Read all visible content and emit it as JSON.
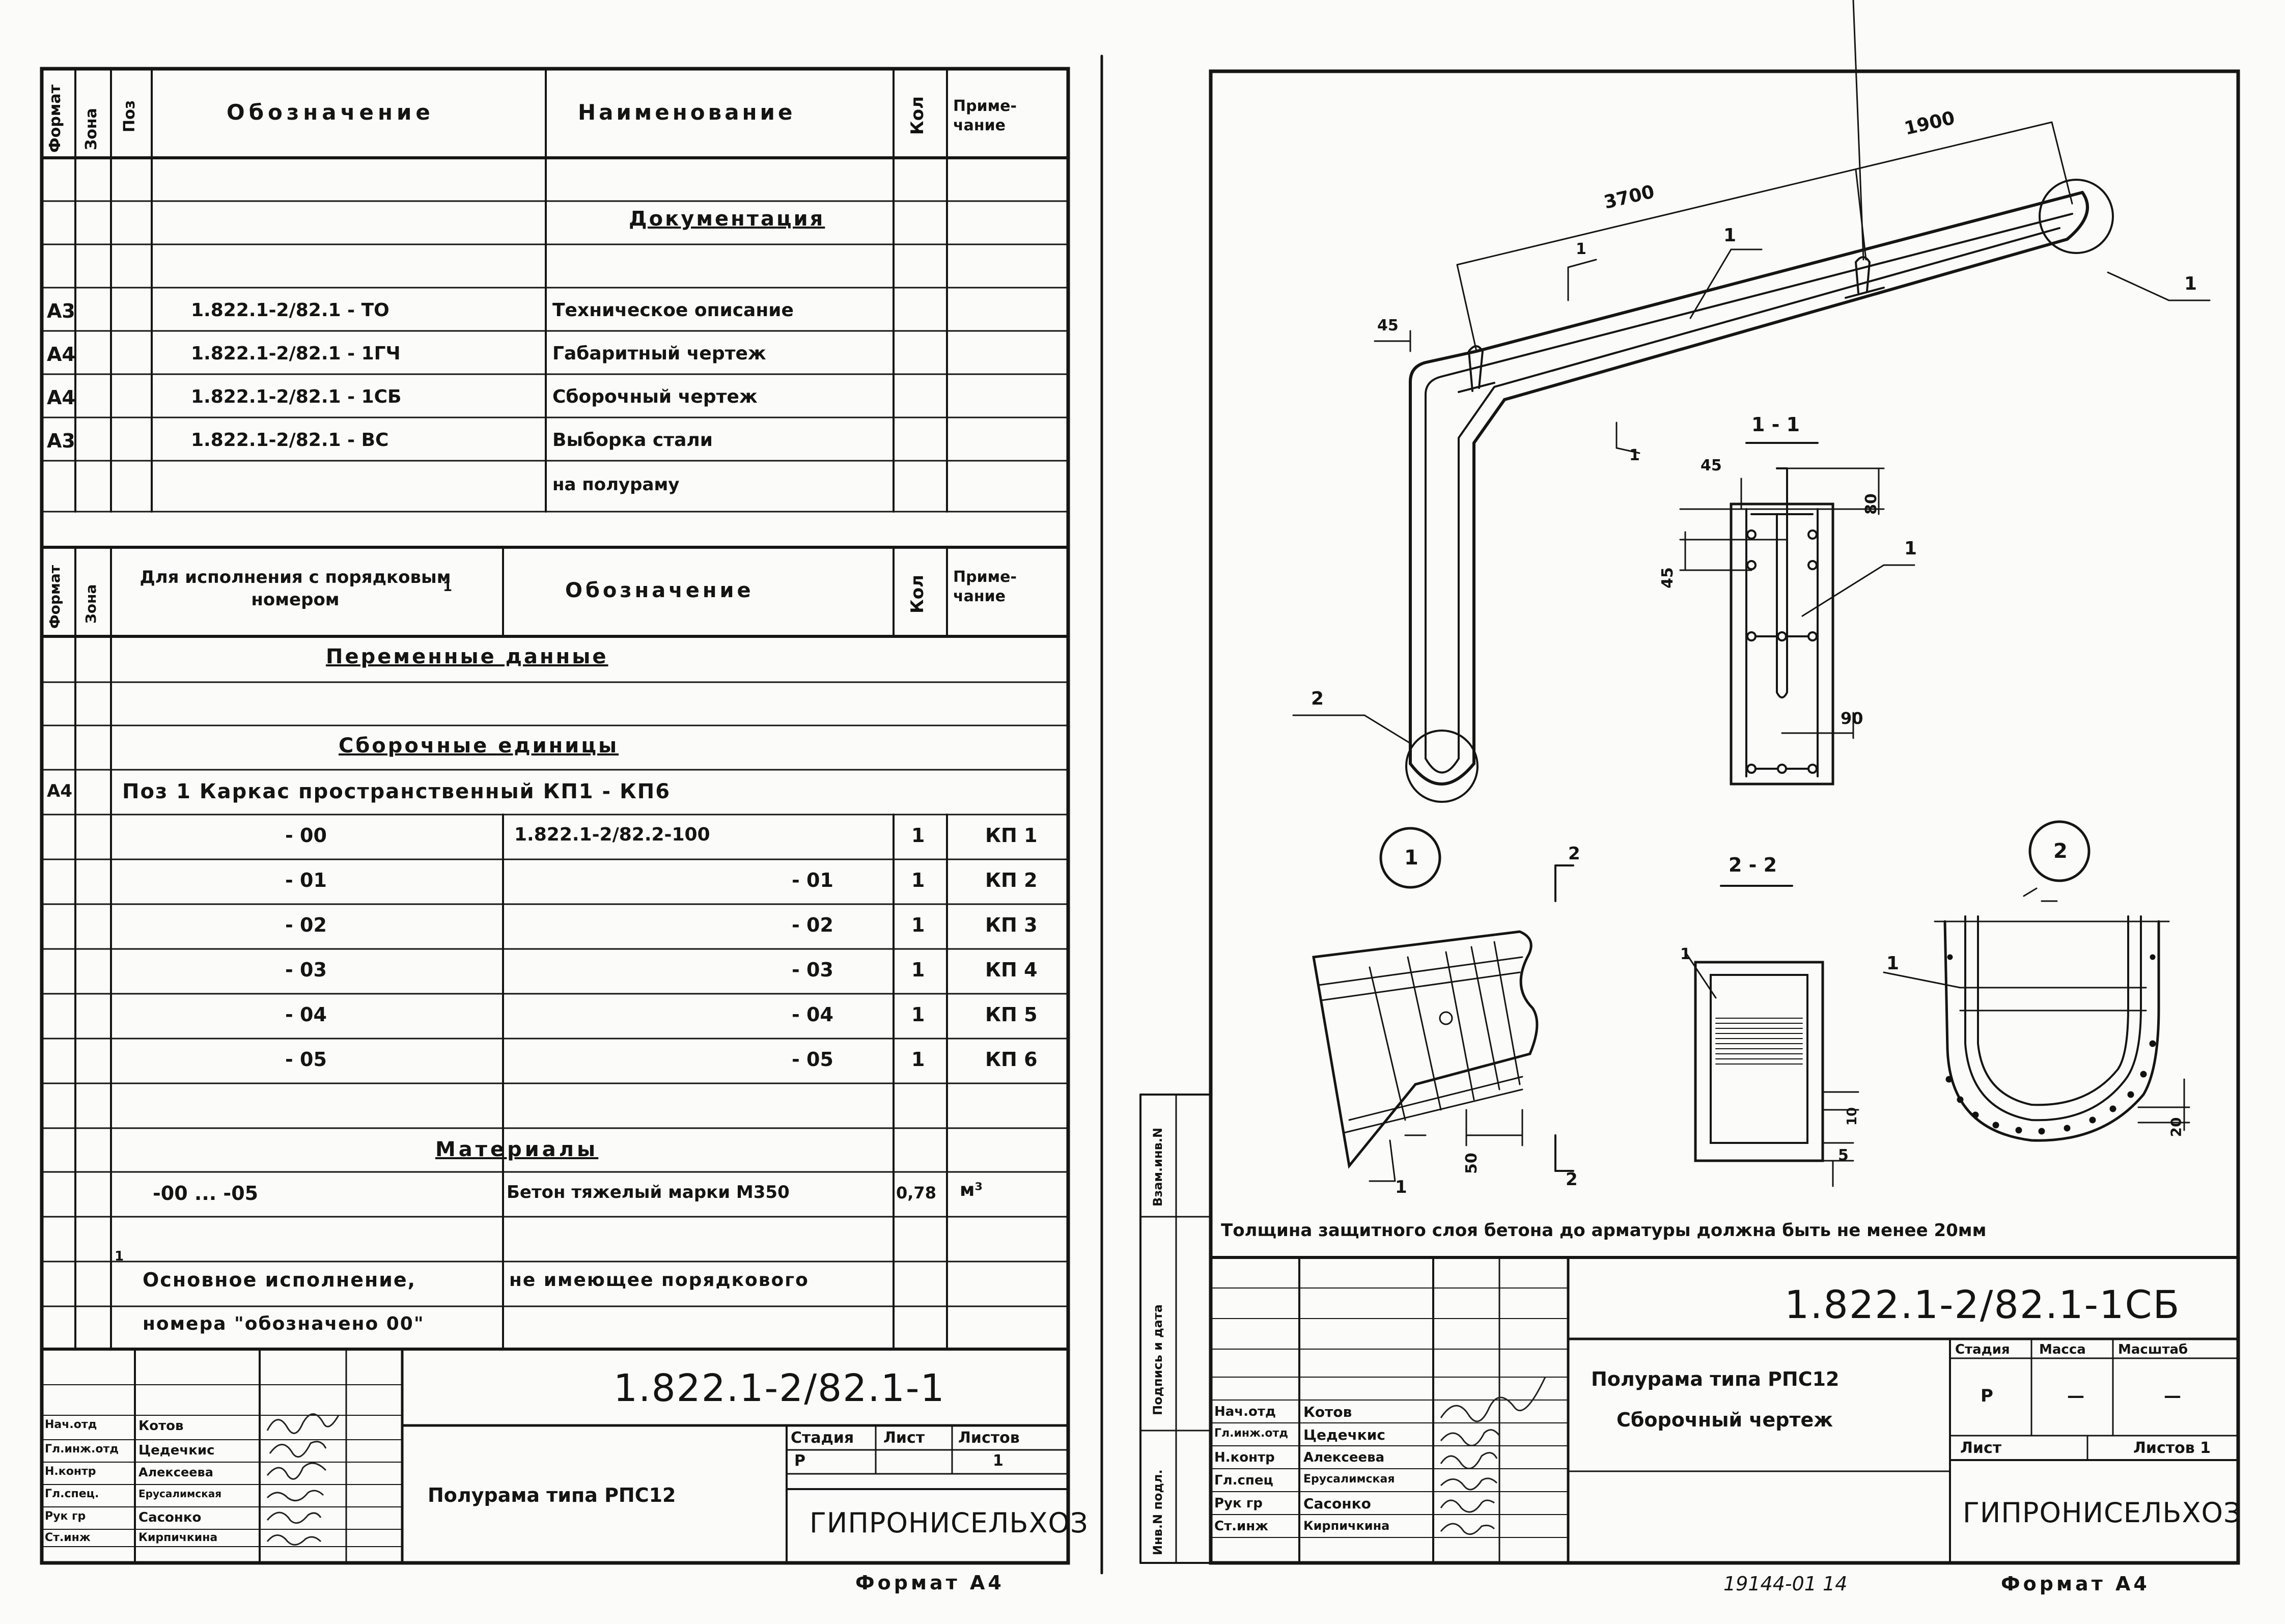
{
  "left_sheet": {
    "spec_header": {
      "format": "Формат",
      "zone": "Зона",
      "pos": "Поз",
      "designation": "Обозначение",
      "name": "Наименование",
      "qty": "Кол",
      "note": "Приме-чание"
    },
    "section_documentation": "Документация",
    "documents": [
      {
        "format": "А3",
        "designation": "1.822.1-2/82.1 - ТО",
        "name": "Техническое описание"
      },
      {
        "format": "А4",
        "designation": "1.822.1-2/82.1 - 1ГЧ",
        "name": "Габаритный чертеж"
      },
      {
        "format": "А4",
        "designation": "1.822.1-2/82.1 - 1СБ",
        "name": "Сборочный чертеж"
      },
      {
        "format": "А3",
        "designation": "1.822.1-2/82.1 - ВС",
        "name": "Выборка стали",
        "name2": "на полураму"
      }
    ],
    "var_header": {
      "format": "Формат",
      "zone": "Зона",
      "execution": "Для исполнения с порядковым номером",
      "footnote_mark": "1",
      "designation": "Обозначение",
      "qty": "Кол",
      "note": "Приме-чание"
    },
    "section_variable": "Переменные данные",
    "section_assembly": "Сборочные единицы",
    "assembly_line": {
      "format": "А4",
      "text": "Поз 1 Каркас пространственный КП1 - КП6"
    },
    "variants": [
      {
        "exec": "- 00",
        "designation": "1.822.1-2/82.2-100",
        "qty": "1",
        "note": "КП 1"
      },
      {
        "exec": "- 01",
        "designation": "- 01",
        "qty": "1",
        "note": "КП 2"
      },
      {
        "exec": "- 02",
        "designation": "- 02",
        "qty": "1",
        "note": "КП 3"
      },
      {
        "exec": "- 03",
        "designation": "- 03",
        "qty": "1",
        "note": "КП 4"
      },
      {
        "exec": "- 04",
        "designation": "- 04",
        "qty": "1",
        "note": "КП 5"
      },
      {
        "exec": "- 05",
        "designation": "- 05",
        "qty": "1",
        "note": "КП 6"
      }
    ],
    "section_materials": "Материалы",
    "material": {
      "exec": "-00 ... -05",
      "name": "Бетон тяжелый марки М350",
      "qty": "0,78",
      "unit": "м³"
    },
    "footnote": {
      "mark": "1",
      "line1a": "Основное исполнение,",
      "line1b": "не имеющее порядкового",
      "line2": "номера \"обозначено 00\""
    },
    "title_block": {
      "code": "1.822.1-2/82.1-1",
      "title": "Полурама типа РПС12",
      "stage_label": "Стадия",
      "sheet_label": "Лист",
      "sheets_label": "Листов",
      "stage": "Р",
      "sheets": "1",
      "org": "ГИПРОНИСЕЛЬХОЗ",
      "signers": [
        {
          "role": "Нач.отд",
          "name": "Котов"
        },
        {
          "role": "Гл.инж.отд",
          "name": "Цедечкис"
        },
        {
          "role": "Н.контр",
          "name": "Алексеева"
        },
        {
          "role": "Гл.спец.",
          "name": "Ерусалимская"
        },
        {
          "role": "Рук гр",
          "name": "Сасонко"
        },
        {
          "role": "Ст.инж",
          "name": "Кирпичкина"
        }
      ]
    },
    "format_label": "Формат А4"
  },
  "right_sheet": {
    "side_labels": [
      "Взам.инв.N",
      "Подпись и дата",
      "Инв.N подл."
    ],
    "drawing": {
      "dims": {
        "d3700": "3700",
        "d1900": "1900",
        "d45": "45",
        "d80": "80",
        "d90": "90",
        "d10": "10",
        "d20": "20",
        "d50": "50",
        "d5": "5"
      },
      "pos1": "1",
      "pos2": "2",
      "sec11": "1 - 1",
      "sec22": "2 - 2",
      "cut1": "1",
      "cut2": "2",
      "callout1": "1",
      "callout2": "2",
      "note": "Толщина защитного слоя бетона до арматуры должна быть не менее 20мм"
    },
    "title_block": {
      "code": "1.822.1-2/82.1-1СБ",
      "title1": "Полурама типа РПС12",
      "title2": "Сборочный чертеж",
      "stage_label": "Стадия",
      "mass_label": "Масса",
      "scale_label": "Масштаб",
      "stage": "Р",
      "mass": "—",
      "scale": "—",
      "sheet_label": "Лист",
      "sheets_label": "Листов 1",
      "org": "ГИПРОНИСЕЛЬХОЗ",
      "signers": [
        {
          "role": "Нач.отд",
          "name": "Котов"
        },
        {
          "role": "Гл.инж.отд",
          "name": "Цедечкис"
        },
        {
          "role": "Н.контр",
          "name": "Алексеева"
        },
        {
          "role": "Гл.спец",
          "name": "Ерусалимская"
        },
        {
          "role": "Рук гр",
          "name": "Сасонко"
        },
        {
          "role": "Ст.инж",
          "name": "Кирпичкина"
        }
      ]
    },
    "stamp_number": "19144-01 14",
    "format_label": "Формат А4"
  }
}
